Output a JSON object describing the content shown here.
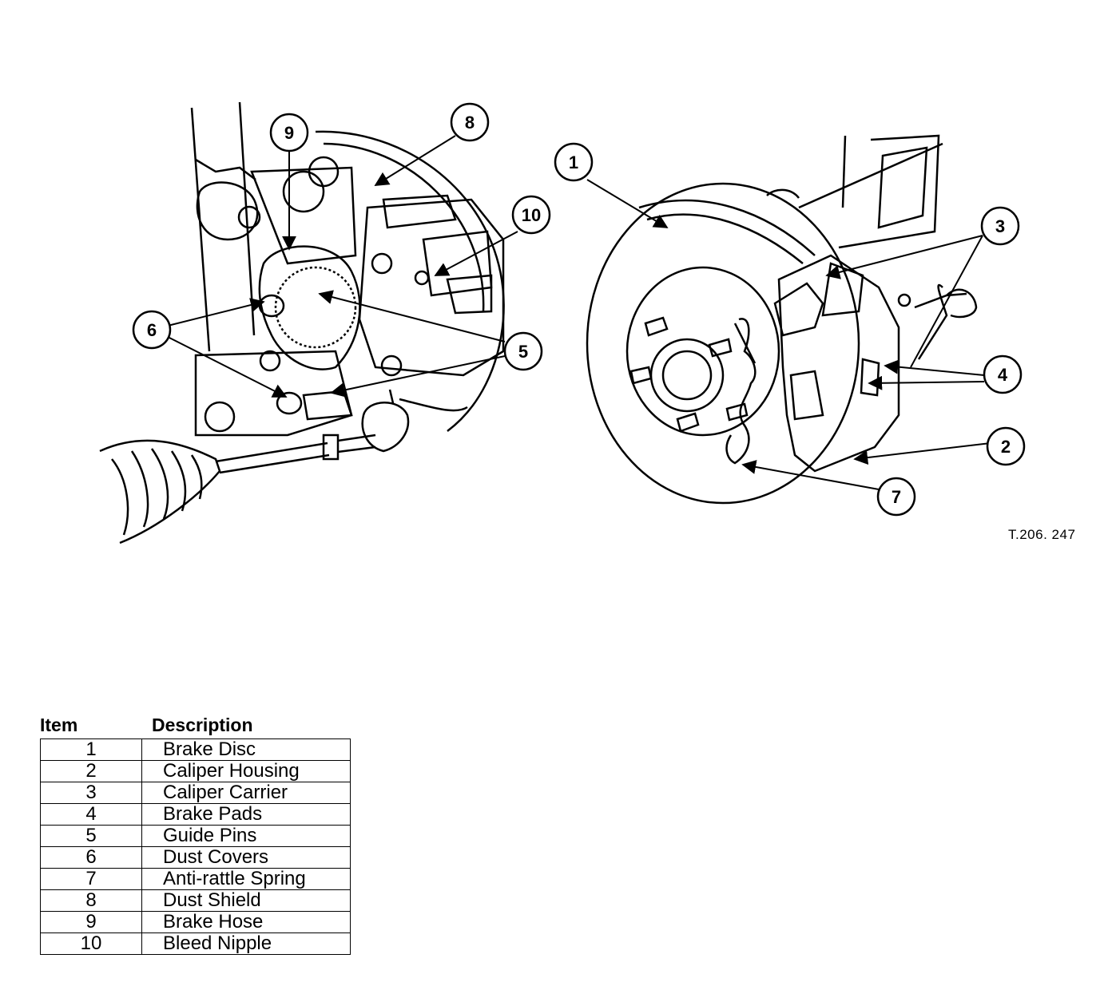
{
  "figure": {
    "reference": "T.206. 247",
    "callouts": [
      "1",
      "2",
      "3",
      "4",
      "5",
      "6",
      "7",
      "8",
      "9",
      "10"
    ]
  },
  "legend": {
    "headers": {
      "item": "Item",
      "description": "Description"
    },
    "rows": [
      {
        "item": "1",
        "description": "Brake Disc"
      },
      {
        "item": "2",
        "description": "Caliper Housing"
      },
      {
        "item": "3",
        "description": "Caliper Carrier"
      },
      {
        "item": "4",
        "description": "Brake Pads"
      },
      {
        "item": "5",
        "description": "Guide Pins"
      },
      {
        "item": "6",
        "description": "Dust Covers"
      },
      {
        "item": "7",
        "description": "Anti-rattle Spring"
      },
      {
        "item": "8",
        "description": "Dust Shield"
      },
      {
        "item": "9",
        "description": "Brake Hose"
      },
      {
        "item": "10",
        "description": "Bleed Nipple"
      }
    ]
  }
}
